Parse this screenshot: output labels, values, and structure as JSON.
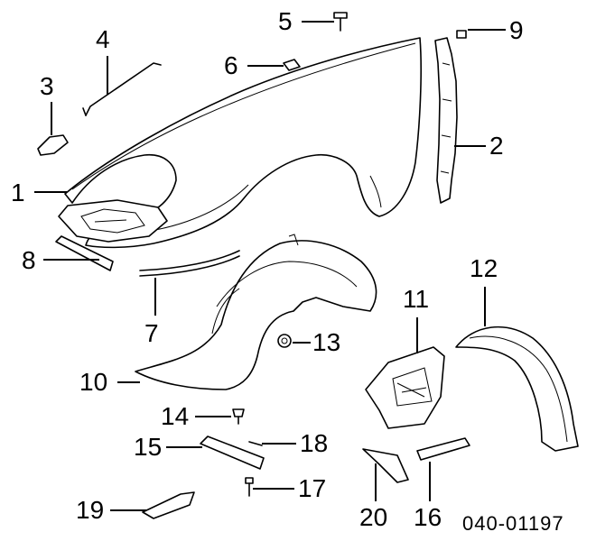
{
  "callouts": [
    {
      "id": "c1",
      "text": "1"
    },
    {
      "id": "c2",
      "text": "2"
    },
    {
      "id": "c3",
      "text": "3"
    },
    {
      "id": "c4",
      "text": "4"
    },
    {
      "id": "c5",
      "text": "5"
    },
    {
      "id": "c6",
      "text": "6"
    },
    {
      "id": "c7",
      "text": "7"
    },
    {
      "id": "c8",
      "text": "8"
    },
    {
      "id": "c9",
      "text": "9"
    },
    {
      "id": "c10",
      "text": "10"
    },
    {
      "id": "c11",
      "text": "11"
    },
    {
      "id": "c12",
      "text": "12"
    },
    {
      "id": "c13",
      "text": "13"
    },
    {
      "id": "c14",
      "text": "14"
    },
    {
      "id": "c15",
      "text": "15"
    },
    {
      "id": "c16",
      "text": "16"
    },
    {
      "id": "c17",
      "text": "17"
    },
    {
      "id": "c18",
      "text": "18"
    },
    {
      "id": "c19",
      "text": "19"
    },
    {
      "id": "c20",
      "text": "20"
    }
  ],
  "diagram_code": "040-01197"
}
